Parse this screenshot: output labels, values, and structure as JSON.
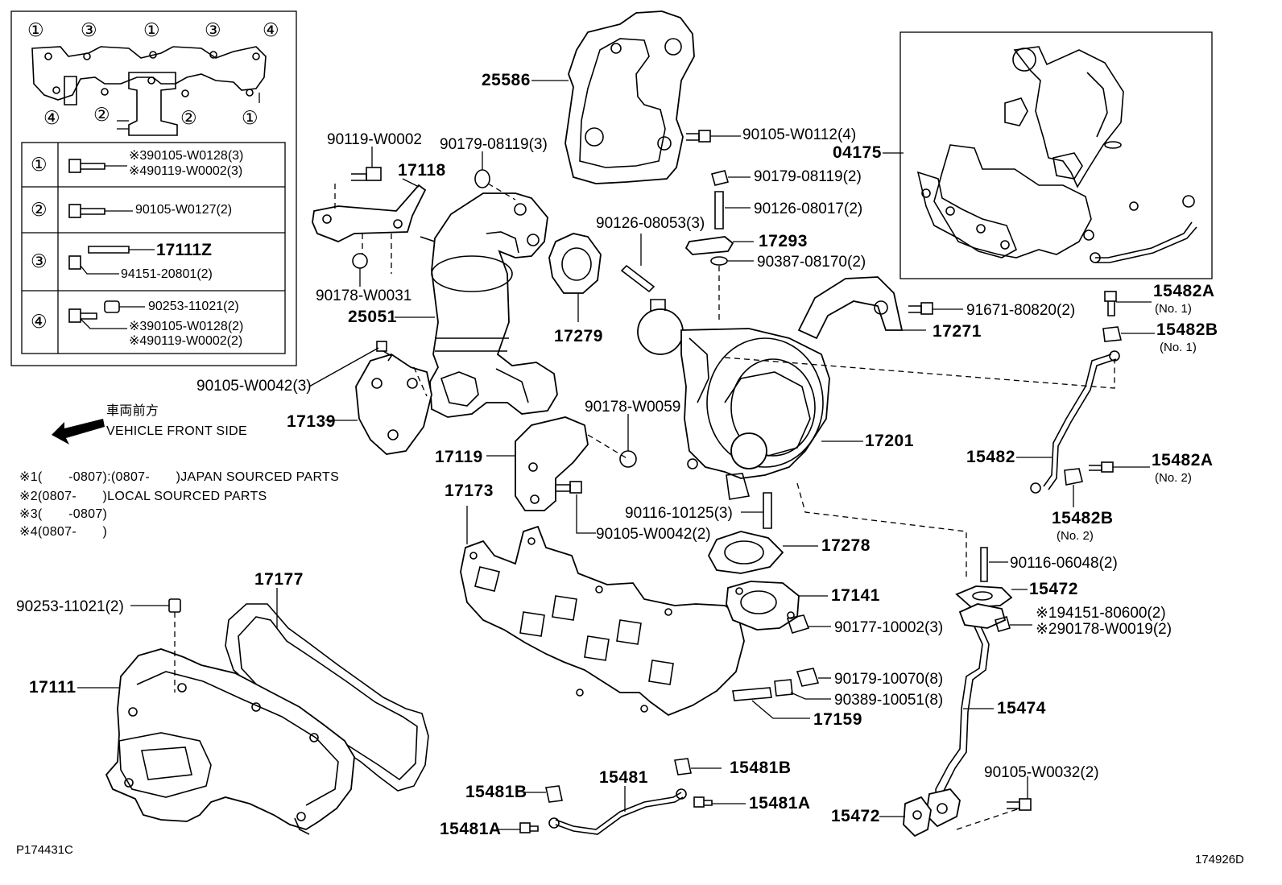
{
  "inset": {
    "circles_top": [
      "①",
      "③",
      "①",
      "③",
      "④"
    ],
    "circles_bottom": [
      "④",
      "②",
      "②",
      "①"
    ],
    "table": [
      {
        "num": "①",
        "lines": [
          "※390105-W0128(3)",
          "※490119-W0002(3)"
        ]
      },
      {
        "num": "②",
        "lines": [
          "90105-W0127(2)"
        ]
      },
      {
        "num": "③",
        "lines": [
          "17111Z",
          "94151-20801(2)"
        ]
      },
      {
        "num": "④",
        "lines": [
          "90253-11021(2)",
          "※390105-W0128(2)",
          "※490119-W0002(2)"
        ]
      }
    ]
  },
  "front": {
    "jp": "車両前方",
    "en": "VEHICLE FRONT SIDE"
  },
  "notes": [
    "※1(　　-0807):(0807-　　)JAPAN SOURCED PARTS",
    "※2(0807-　　)LOCAL SOURCED PARTS",
    "※3(　　-0807)",
    "※4(0807-　　)"
  ],
  "labels": {
    "l25586": "25586",
    "l90105_W0112": "90105-W0112(4)",
    "l04175": "04175",
    "l90119_W0002": "90119-W0002",
    "l90179_08119_3": "90179-08119(3)",
    "l17118": "17118",
    "l90179_08119_2": "90179-08119(2)",
    "l90126_08017": "90126-08017(2)",
    "l90126_08053": "90126-08053(3)",
    "l17293": "17293",
    "l90387_08170": "90387-08170(2)",
    "l90178_W0031": "90178-W0031",
    "l25051": "25051",
    "l17279": "17279",
    "l91671_80820": "91671-80820(2)",
    "l17271": "17271",
    "l15482A_1": "15482A",
    "l15482A_1n": "(No. 1)",
    "l15482B_1": "15482B",
    "l15482B_1n": "(No. 1)",
    "l90105_W0042_3": "90105-W0042(3)",
    "l17139": "17139",
    "l90178_W0059": "90178-W0059",
    "l17201": "17201",
    "l17119": "17119",
    "l15482": "15482",
    "l15482A_2": "15482A",
    "l15482A_2n": "(No. 2)",
    "l15482B_2": "15482B",
    "l15482B_2n": "(No. 2)",
    "l17173": "17173",
    "l90116_10125": "90116-10125(3)",
    "l90105_W0042_2": "90105-W0042(2)",
    "l17278": "17278",
    "l90116_06048": "90116-06048(2)",
    "l15472_top": "15472",
    "l17177": "17177",
    "l90253_11021": "90253-11021(2)",
    "l17141": "17141",
    "l94151_80600": "※194151-80600(2)",
    "l90178_W0019": "※290178-W0019(2)",
    "l90177_10002": "90177-10002(3)",
    "l17111": "17111",
    "l90179_10070": "90179-10070(8)",
    "l90389_10051": "90389-10051(8)",
    "l17159": "17159",
    "l15474": "15474",
    "l15481B_top": "15481B",
    "l15481": "15481",
    "l15481B_left": "15481B",
    "l15481A_right": "15481A",
    "l90105_W0032": "90105-W0032(2)",
    "l15481A_left": "15481A",
    "l15472_bottom": "15472",
    "code_left": "P174431C",
    "code_right": "174926D"
  }
}
